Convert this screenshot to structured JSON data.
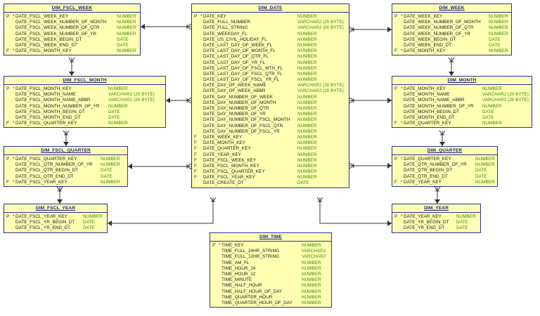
{
  "colors": {
    "box_fill": "#ffffb4",
    "box_border": "#2e2ea0",
    "title": "#1c1c8c",
    "type": "#3a8a00",
    "mandatory": "#a00000",
    "line": "#333333"
  },
  "tables": {
    "dim_fscl_week": {
      "title": "DIM_FSCL_WEEK",
      "columns": [
        {
          "key": "P",
          "mand": "*",
          "name": "DATE_FSCL_WEEK_KEY",
          "type": "NUMBER"
        },
        {
          "key": "",
          "mand": "",
          "name": "DATE_FSCL_WEEK_NUMBER_OF_MONTH",
          "type": "NUMBER"
        },
        {
          "key": "",
          "mand": "",
          "name": "DATE_FSCL_WEEK_NUMBER_OF_QTR",
          "type": "NUMBER"
        },
        {
          "key": "",
          "mand": "",
          "name": "DATE_FSCL_WEEK_NUMBER_OF_YR",
          "type": "NUMBER"
        },
        {
          "key": "",
          "mand": "",
          "name": "DATE_FSCL_WEEK_BEGIN_DT",
          "type": "DATE"
        },
        {
          "key": "",
          "mand": "",
          "name": "DATE_FSCL_WEEK_END_DT",
          "type": "DATE"
        },
        {
          "key": "F",
          "mand": "*",
          "name": "DATE_FSCL_MONTH_KEY",
          "type": "NUMBER"
        }
      ]
    },
    "dim_fscl_month": {
      "title": "DIM_FSCL_MONTH",
      "columns": [
        {
          "key": "P",
          "mand": "*",
          "name": "DATE_FSCL_MONTH_KEY",
          "type": "NUMBER"
        },
        {
          "key": "",
          "mand": "",
          "name": "DATE_FSCL_MONTH_NAME",
          "type": "VARCHAR2 (20 BYTE)"
        },
        {
          "key": "",
          "mand": "",
          "name": "DATE_FSCL_MONTH_NAME_ABBR",
          "type": "VARCHAR2 (20 BYTE)"
        },
        {
          "key": "",
          "mand": "",
          "name": "DATE_FSCL_MONTH_NUMBER_OF_YR",
          "type": "NUMBER"
        },
        {
          "key": "",
          "mand": "",
          "name": "DATE_FSCL_MONTH_BEGIN_DT",
          "type": "DATE"
        },
        {
          "key": "",
          "mand": "",
          "name": "DATE_FSCL_MONTH_END_DT",
          "type": "DATE"
        },
        {
          "key": "F",
          "mand": "*",
          "name": "DATE_FSCL_QUARTER_KEY",
          "type": "NUMBER"
        }
      ]
    },
    "dim_fscl_quarter": {
      "title": "DIM_FSCL_QUARTER",
      "columns": [
        {
          "key": "P",
          "mand": "*",
          "name": "DATE_FSCL_QUARTER_KEY",
          "type": "NUMBER"
        },
        {
          "key": "",
          "mand": "",
          "name": "DATE_FSCL_QTR_NUMBER_OF_YR",
          "type": "NUMBER"
        },
        {
          "key": "",
          "mand": "",
          "name": "DATE_FSCL_QTR_BEGIN_DT",
          "type": "DATE"
        },
        {
          "key": "",
          "mand": "",
          "name": "DATE_FSCL_QTR_END_DT",
          "type": "DATE"
        },
        {
          "key": "F",
          "mand": "*",
          "name": "DATE_FSCL_YEAR_KEY",
          "type": "NUMBER"
        }
      ]
    },
    "dim_fscl_year": {
      "title": "DIM_FSCL_YEAR",
      "columns": [
        {
          "key": "P",
          "mand": "*",
          "name": "DATE_FSCL_YEAR_KEY",
          "type": "NUMBER"
        },
        {
          "key": "",
          "mand": "",
          "name": "DATE_FSCL_YR_BEGIN_DT",
          "type": "DATE"
        },
        {
          "key": "",
          "mand": "",
          "name": "DATE_FSCL_YR_END_DT",
          "type": "DATE"
        }
      ]
    },
    "dim_date": {
      "title": "DIM_DATE",
      "columns": [
        {
          "key": "P",
          "mand": "*",
          "name": "DATE_KEY",
          "type": "NUMBER"
        },
        {
          "key": "",
          "mand": "",
          "name": "DATE_FULL_NUMBER",
          "type": "VARCHAR2 (20 BYTE)"
        },
        {
          "key": "",
          "mand": "",
          "name": "DATE_FULL_STRING",
          "type": "VARCHAR2 (50 BYTE)"
        },
        {
          "key": "",
          "mand": "",
          "name": "DATE_WEEKDAY_FL",
          "type": "NUMBER"
        },
        {
          "key": "",
          "mand": "",
          "name": "DATE_US_CIVIL_HOLIDAY_FL",
          "type": "NUMBER"
        },
        {
          "key": "",
          "mand": "",
          "name": "DATE_LAST_DAY_OF_WEEK_FL",
          "type": "NUMBER"
        },
        {
          "key": "",
          "mand": "",
          "name": "DATE_LAST_DAY_OF_MONTH_FL",
          "type": "NUMBER"
        },
        {
          "key": "",
          "mand": "",
          "name": "DATE_LAST_DAY_OF_QTR_FL",
          "type": "NUMBER"
        },
        {
          "key": "",
          "mand": "",
          "name": "DATE_LAST_DAY_OF_YR_FL",
          "type": "NUMBER"
        },
        {
          "key": "",
          "mand": "",
          "name": "DATE_LAST_DAY_OF_FSCL_MTH_FL",
          "type": "NUMBER"
        },
        {
          "key": "",
          "mand": "",
          "name": "DATE_LAST_DAY_OF_FSCL_QTR_FL",
          "type": "NUMBER"
        },
        {
          "key": "",
          "mand": "",
          "name": "DATE_LAST_DAY_OF_FSCL_YR_FL",
          "type": "NUMBER"
        },
        {
          "key": "",
          "mand": "",
          "name": "DATE_DAY_OF_WEEK_NAME",
          "type": "VARCHAR2 (20 BYTE)"
        },
        {
          "key": "",
          "mand": "",
          "name": "DATE_DAY_OF_WEEK_ABBR",
          "type": "VARCHAR2 (20 BYTE)"
        },
        {
          "key": "",
          "mand": "",
          "name": "DATE_DAY_NUMBER_OF_WEEK",
          "type": "NUMBER"
        },
        {
          "key": "",
          "mand": "",
          "name": "DATE_DAY_NUMBER_OF_MONTH",
          "type": "NUMBER"
        },
        {
          "key": "",
          "mand": "",
          "name": "DATE_DAY_NUMBER_OF_QTR",
          "type": "NUMBER"
        },
        {
          "key": "",
          "mand": "",
          "name": "DATE_DAY_NUMBER_OF_YR",
          "type": "NUMBER"
        },
        {
          "key": "",
          "mand": "",
          "name": "DATE_DAY_NUMBER_OF_FSCL_MONTH",
          "type": "NUMBER"
        },
        {
          "key": "",
          "mand": "",
          "name": "DATE_DAY_NUMBER_OF_FSCL_QTR",
          "type": "NUMBER"
        },
        {
          "key": "",
          "mand": "",
          "name": "DATE_DAY_NUMBER_OF_FSCL_YR",
          "type": "NUMBER"
        },
        {
          "key": "F",
          "mand": "",
          "name": "DATE_WEEK_KEY",
          "type": "NUMBER"
        },
        {
          "key": "F",
          "mand": "",
          "name": "DATE_MONTH_KEY",
          "type": "NUMBER"
        },
        {
          "key": "F",
          "mand": "",
          "name": "DATE_QUARTER_KEY",
          "type": "NUMBER"
        },
        {
          "key": "F",
          "mand": "",
          "name": "DATE_YEAR_KEY",
          "type": "NUMBER"
        },
        {
          "key": "F",
          "mand": "",
          "name": "DATE_FSCL_WEEK_KEY",
          "type": "NUMBER"
        },
        {
          "key": "F",
          "mand": "",
          "name": "DATE_FSCL_MONTH_KEY",
          "type": "NUMBER"
        },
        {
          "key": "F",
          "mand": "",
          "name": "DATE_FSCL_QUARTER_KEY",
          "type": "NUMBER"
        },
        {
          "key": "F",
          "mand": "",
          "name": "DATE_FSCL_YEAR_KEY",
          "type": "NUMBER"
        },
        {
          "key": "",
          "mand": "",
          "name": "DATE_CREATE_DT",
          "type": "DATE"
        }
      ]
    },
    "dim_week": {
      "title": "DIM_WEEK",
      "columns": [
        {
          "key": "P",
          "mand": "*",
          "name": "DATE_WEEK_KEY",
          "type": "NUMBER"
        },
        {
          "key": "",
          "mand": "",
          "name": "DATE_WEEK_NUMBER_OF_MONTH",
          "type": "NUMBER"
        },
        {
          "key": "",
          "mand": "",
          "name": "DATE_WEEK_NUMBER_OF_QTR",
          "type": "NUMBER"
        },
        {
          "key": "",
          "mand": "",
          "name": "DATE_WEEK_NUMBER_OF_YR",
          "type": "NUMBER"
        },
        {
          "key": "",
          "mand": "",
          "name": "DATE_WEEK_BEGIN_DT",
          "type": "DATE"
        },
        {
          "key": "",
          "mand": "",
          "name": "DATE_WEEK_END_DT",
          "type": "DATE"
        },
        {
          "key": "F",
          "mand": "*",
          "name": "DATE_MONTH_KEY",
          "type": "NUMBER"
        }
      ]
    },
    "dim_month": {
      "title": "DIM_MONTH",
      "columns": [
        {
          "key": "P",
          "mand": "*",
          "name": "DATE_MONTH_KEY",
          "type": "NUMBER"
        },
        {
          "key": "",
          "mand": "",
          "name": "DATE_MONTH_NAME",
          "type": "VARCHAR2 (20 BYTE)"
        },
        {
          "key": "",
          "mand": "",
          "name": "DATE_MONTH_NAME_ABBR",
          "type": "VARCHAR2 (20 BYTE)"
        },
        {
          "key": "",
          "mand": "",
          "name": "DATE_MONTH_NUMBER_OF_YR",
          "type": "NUMBER"
        },
        {
          "key": "",
          "mand": "",
          "name": "DATE_MONTH_BEGIN_DT",
          "type": "DATE"
        },
        {
          "key": "",
          "mand": "",
          "name": "DATE_MONTH_END_DT",
          "type": "DATE"
        },
        {
          "key": "F",
          "mand": "*",
          "name": "DATE_QUARTER_KEY",
          "type": "NUMBER"
        }
      ]
    },
    "dim_quarter": {
      "title": "DIM_QUARTER",
      "columns": [
        {
          "key": "P",
          "mand": "*",
          "name": "DATE_QUARTER_KEY",
          "type": "NUMBER"
        },
        {
          "key": "",
          "mand": "",
          "name": "DATE_QTR_NUMBER_OF_YR",
          "type": "NUMBER"
        },
        {
          "key": "",
          "mand": "",
          "name": "DATE_QTR_BEGIN_DT",
          "type": "DATE"
        },
        {
          "key": "",
          "mand": "",
          "name": "DATE_QTR_END_DT",
          "type": "DATE"
        },
        {
          "key": "F",
          "mand": "*",
          "name": "DATE_YEAR_KEY",
          "type": "NUMBER"
        }
      ]
    },
    "dim_year": {
      "title": "DIM_YEAR",
      "columns": [
        {
          "key": "P",
          "mand": "*",
          "name": "DATE_YEAR_KEY",
          "type": "NUMBER"
        },
        {
          "key": "",
          "mand": "",
          "name": "DATE_YR_BEGIN_DT",
          "type": "DATE"
        },
        {
          "key": "",
          "mand": "",
          "name": "DATE_YR_END_DT",
          "type": "DATE"
        }
      ]
    },
    "dim_time": {
      "title": "DIM_TIME",
      "columns": [
        {
          "key": "P",
          "mand": "*",
          "name": "TIME_KEY",
          "type": "NUMBER"
        },
        {
          "key": "",
          "mand": "",
          "name": "TIME_FULL_24HR_STRING",
          "type": "VARCHAR2"
        },
        {
          "key": "",
          "mand": "",
          "name": "TIME_FULL_12HR_STRING",
          "type": "VARCHAR2"
        },
        {
          "key": "",
          "mand": "",
          "name": "TIME_AM_FL",
          "type": "NUMBER"
        },
        {
          "key": "",
          "mand": "",
          "name": "TIME_HOUR_24",
          "type": "NUMBER"
        },
        {
          "key": "",
          "mand": "",
          "name": "TIME_HOUR_12",
          "type": "NUMBER"
        },
        {
          "key": "",
          "mand": "",
          "name": "TIME_MINUTE",
          "type": "NUMBER"
        },
        {
          "key": "",
          "mand": "",
          "name": "TIME_HALF_HOUR",
          "type": "NUMBER"
        },
        {
          "key": "",
          "mand": "",
          "name": "TIME_HALF_HOUR_OF_DAY",
          "type": "NUMBER"
        },
        {
          "key": "",
          "mand": "",
          "name": "TIME_QUARTER_HOUR",
          "type": "NUMBER"
        },
        {
          "key": "",
          "mand": "",
          "name": "TIME_QUARTER_HOUR_OF_DAY",
          "type": "NUMBER"
        }
      ]
    }
  }
}
